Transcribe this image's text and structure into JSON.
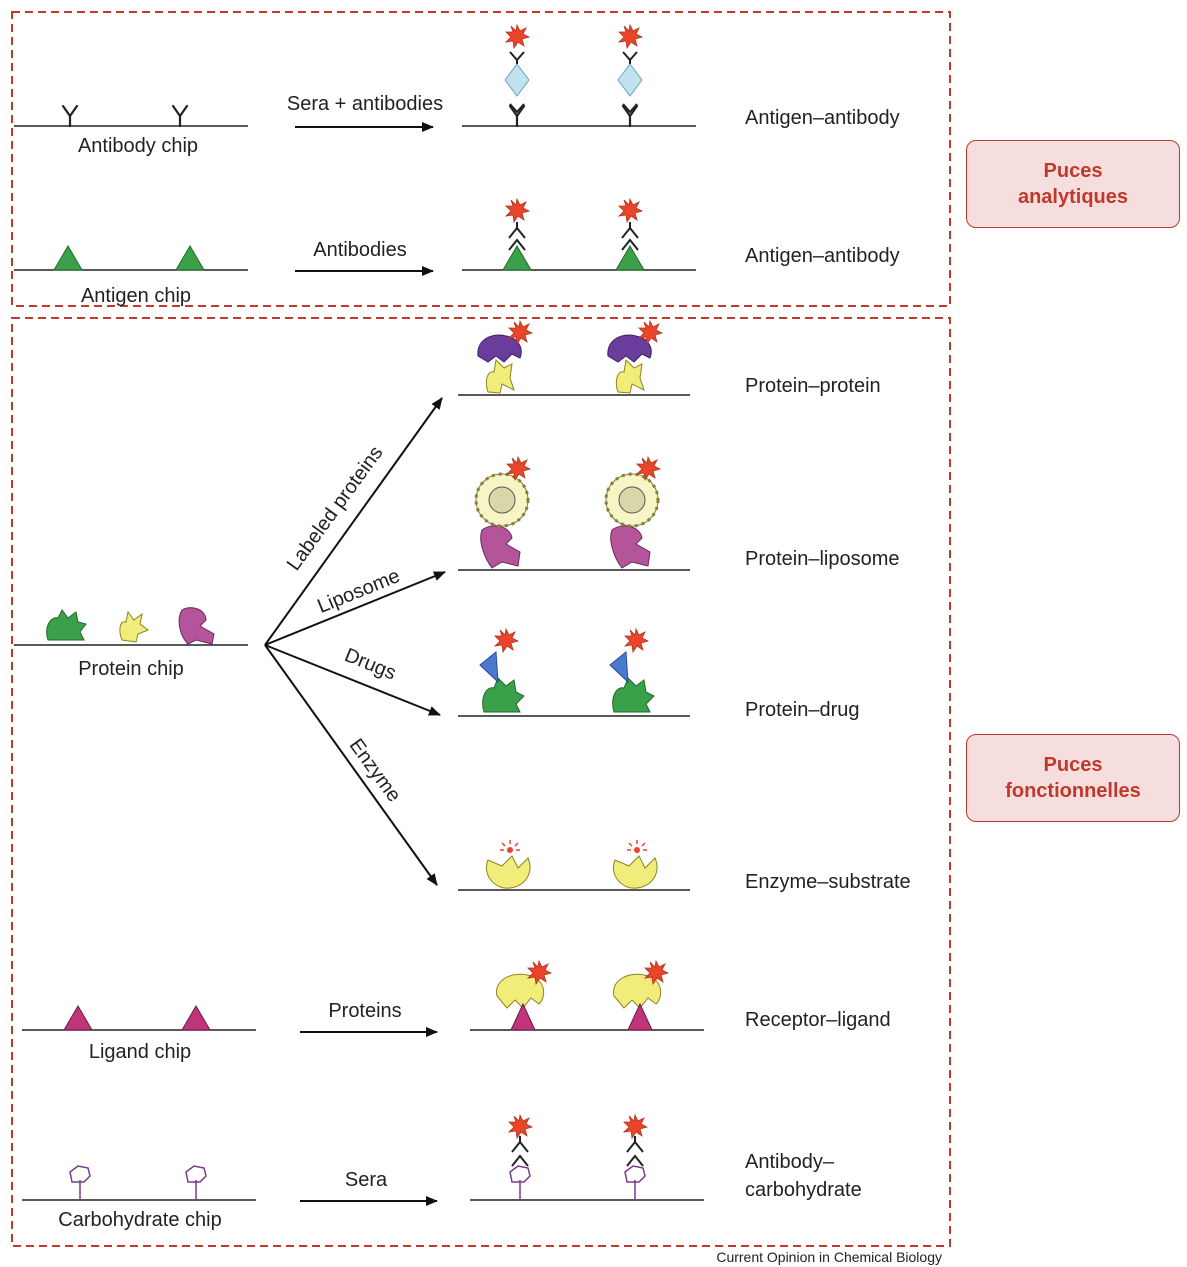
{
  "sections": {
    "analytic": {
      "label_line1": "Puces",
      "label_line2": "analytiques",
      "rows": [
        {
          "chip": "Antibody chip",
          "reagent": "Sera + antibodies",
          "result": "Antigen–antibody"
        },
        {
          "chip": "Antigen chip",
          "reagent": "Antibodies",
          "result": "Antigen–antibody"
        }
      ]
    },
    "functional": {
      "label_line1": "Puces",
      "label_line2": "fonctionnelles",
      "protein_chip": {
        "chip": "Protein chip",
        "branches": [
          {
            "reagent": "Labeled proteins",
            "result": "Protein–protein"
          },
          {
            "reagent": "Liposome",
            "result": "Protein–liposome"
          },
          {
            "reagent": "Drugs",
            "result": "Protein–drug"
          },
          {
            "reagent": "Enzyme",
            "result": "Enzyme–substrate"
          }
        ]
      },
      "rows": [
        {
          "chip": "Ligand chip",
          "reagent": "Proteins",
          "result": "Receptor–ligand"
        },
        {
          "chip": "Carbohydrate chip",
          "reagent": "Sera",
          "result_line1": "Antibody–",
          "result_line2": "carbohydrate"
        }
      ]
    }
  },
  "source": "Current Opinion in Chemical Biology",
  "colors": {
    "dash_border": "#c0392b",
    "badge_bg": "#f6dede",
    "antigen_green": "#3aa04a",
    "ligand_magenta": "#c0357a",
    "antigen_blue": "#bfe3f0",
    "label_star": "#e8452a",
    "protein_yellow": "#f2ec7a",
    "protein_pink": "#b4549a",
    "protein_purple": "#6a3c9c",
    "drug_blue": "#4a7ad0"
  }
}
